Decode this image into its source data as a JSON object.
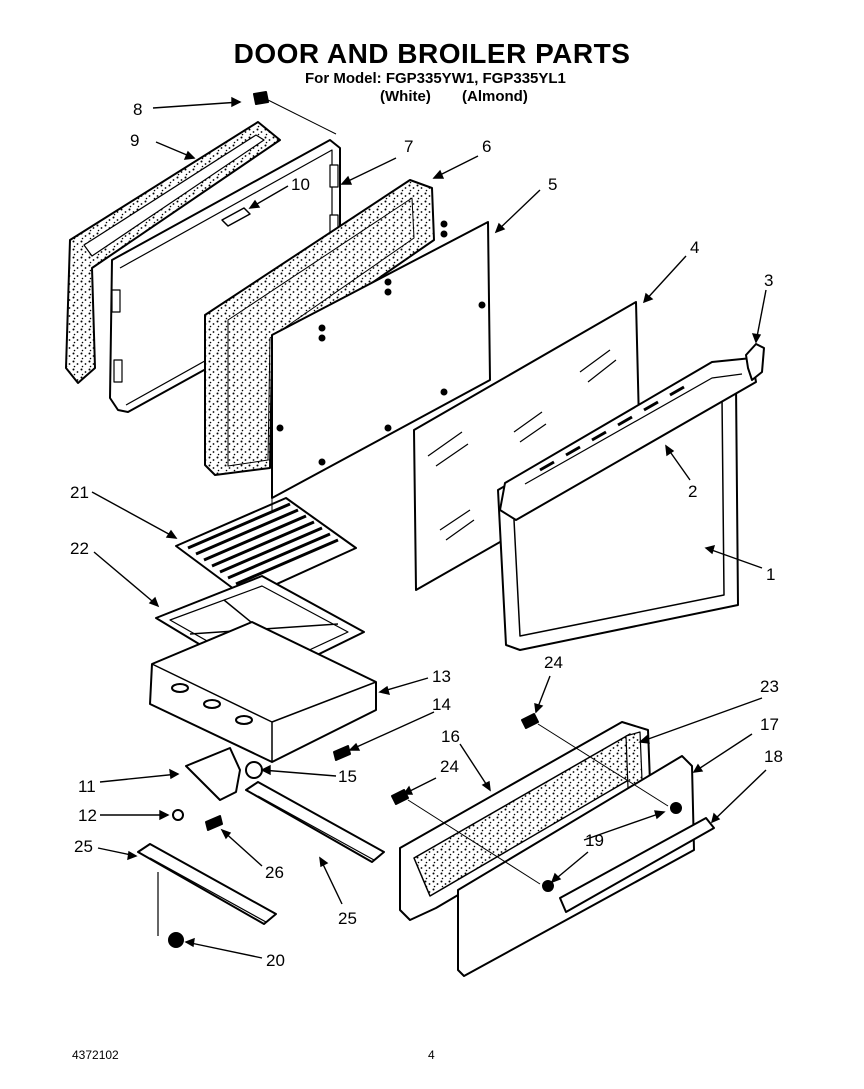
{
  "title": "DOOR AND BROILER PARTS",
  "model_line": "For Model: FGP335YW1, FGP335YL1",
  "variants": [
    "(White)",
    "(Almond)"
  ],
  "footer": {
    "doc_number": "4372102",
    "page_number": "4"
  },
  "callouts": [
    "8",
    "9",
    "7",
    "6",
    "10",
    "5",
    "4",
    "3",
    "2",
    "1",
    "21",
    "22",
    "13",
    "14",
    "24",
    "23",
    "17",
    "16",
    "24",
    "18",
    "11",
    "15",
    "12",
    "19",
    "25",
    "26",
    "25",
    "20"
  ],
  "colors": {
    "line": "#000000",
    "background": "#ffffff"
  }
}
